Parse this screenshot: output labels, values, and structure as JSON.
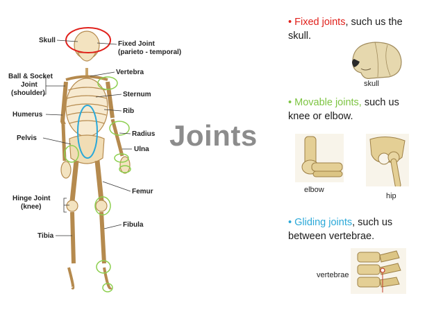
{
  "title": "Joints",
  "accent_colors": {
    "fixed": "#e0201b",
    "movable": "#7dc442",
    "gliding": "#2aa8d8",
    "highlight_red": "#e0201b",
    "highlight_green": "#8ccf4e",
    "highlight_blue": "#2aa8d8"
  },
  "skeleton_labels": {
    "skull": "Skull",
    "fixed_joint_1": "Fixed Joint",
    "fixed_joint_2": "(parieto - temporal)",
    "vertebra": "Vertebra",
    "ball_socket_1": "Ball & Socket",
    "ball_socket_2": "Joint",
    "ball_socket_3": "(shoulder)",
    "sternum": "Sternum",
    "rib": "Rib",
    "humerus": "Humerus",
    "radius": "Radius",
    "pelvis": "Pelvis",
    "ulna": "Ulna",
    "femur": "Femur",
    "hinge_1": "Hinge Joint",
    "hinge_2": "(knee)",
    "fibula": "Fibula",
    "tibia": "Tibia"
  },
  "bullets": {
    "fixed": {
      "marker": "• ",
      "term": "Fixed joints",
      "rest_1": ", such us the",
      "rest_2": "skull."
    },
    "movable": {
      "marker": "• ",
      "term": "Movable joints,",
      "rest_1": " such us",
      "rest_2": "knee or elbow."
    },
    "gliding": {
      "marker": "• ",
      "term": "Gliding joints",
      "rest_1": ", such us",
      "rest_2": "between vertebrae."
    }
  },
  "captions": {
    "skull": "skull",
    "elbow": "elbow",
    "hip": "hip",
    "vertebrae": "vertebrae"
  }
}
